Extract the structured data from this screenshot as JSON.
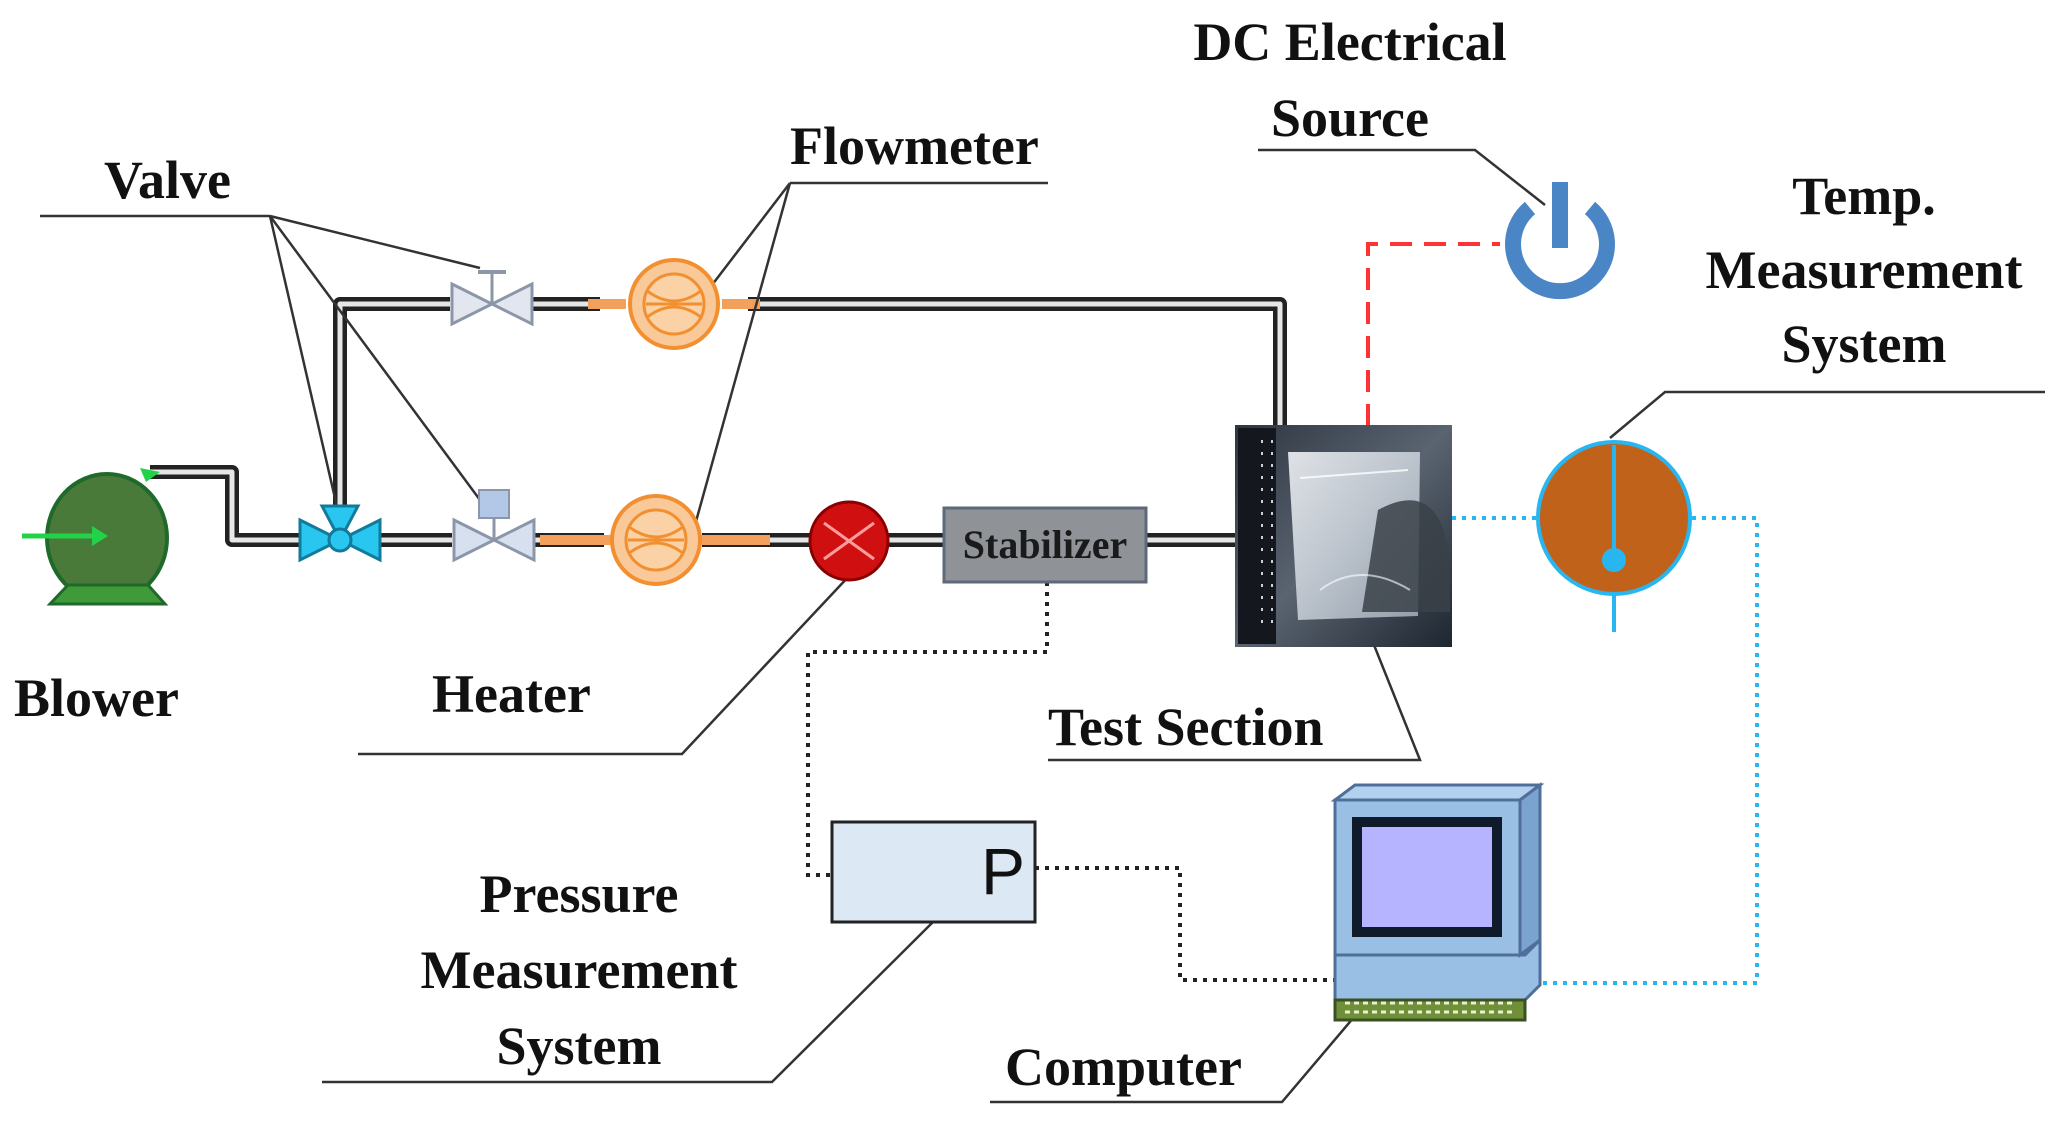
{
  "labels": {
    "valve": "Valve",
    "flowmeter": "Flowmeter",
    "dc_source": [
      "DC Electrical",
      "Source"
    ],
    "temp_system": [
      "Temp.",
      "Measurement",
      "System"
    ],
    "blower": "Blower",
    "heater": "Heater",
    "stabilizer": "Stabilizer",
    "test_section": "Test Section",
    "pressure_system": [
      "Pressure",
      "Measurement",
      "System"
    ],
    "pressure_symbol": "P",
    "computer": "Computer"
  },
  "icons": {
    "blower": "blower-icon",
    "three_way_valve": "three-way-valve-icon",
    "valves": "gate-valve-icon",
    "flowmeters": "flowmeter-icon",
    "heater": "heater-icon",
    "test_section": "test-section-photo",
    "power": "power-icon",
    "thermometer": "temperature-sensor-icon",
    "computer": "computer-icon"
  },
  "colors": {
    "blower": "#4a7a3a",
    "three_way_valve": "#29c6f0",
    "flowmeter": "#f7b060",
    "heater": "#d01010",
    "stabilizer": "#8f9397",
    "power": "#4a86c6",
    "temp_sensor": "#c0621a",
    "signal_power": "#ff3333",
    "signal_temp": "#29b6f0",
    "signal_pressure": "#222222",
    "pressure_box": "#dce9f5",
    "computer_body": "#99c0e4",
    "computer_base": "#6f8f38"
  }
}
